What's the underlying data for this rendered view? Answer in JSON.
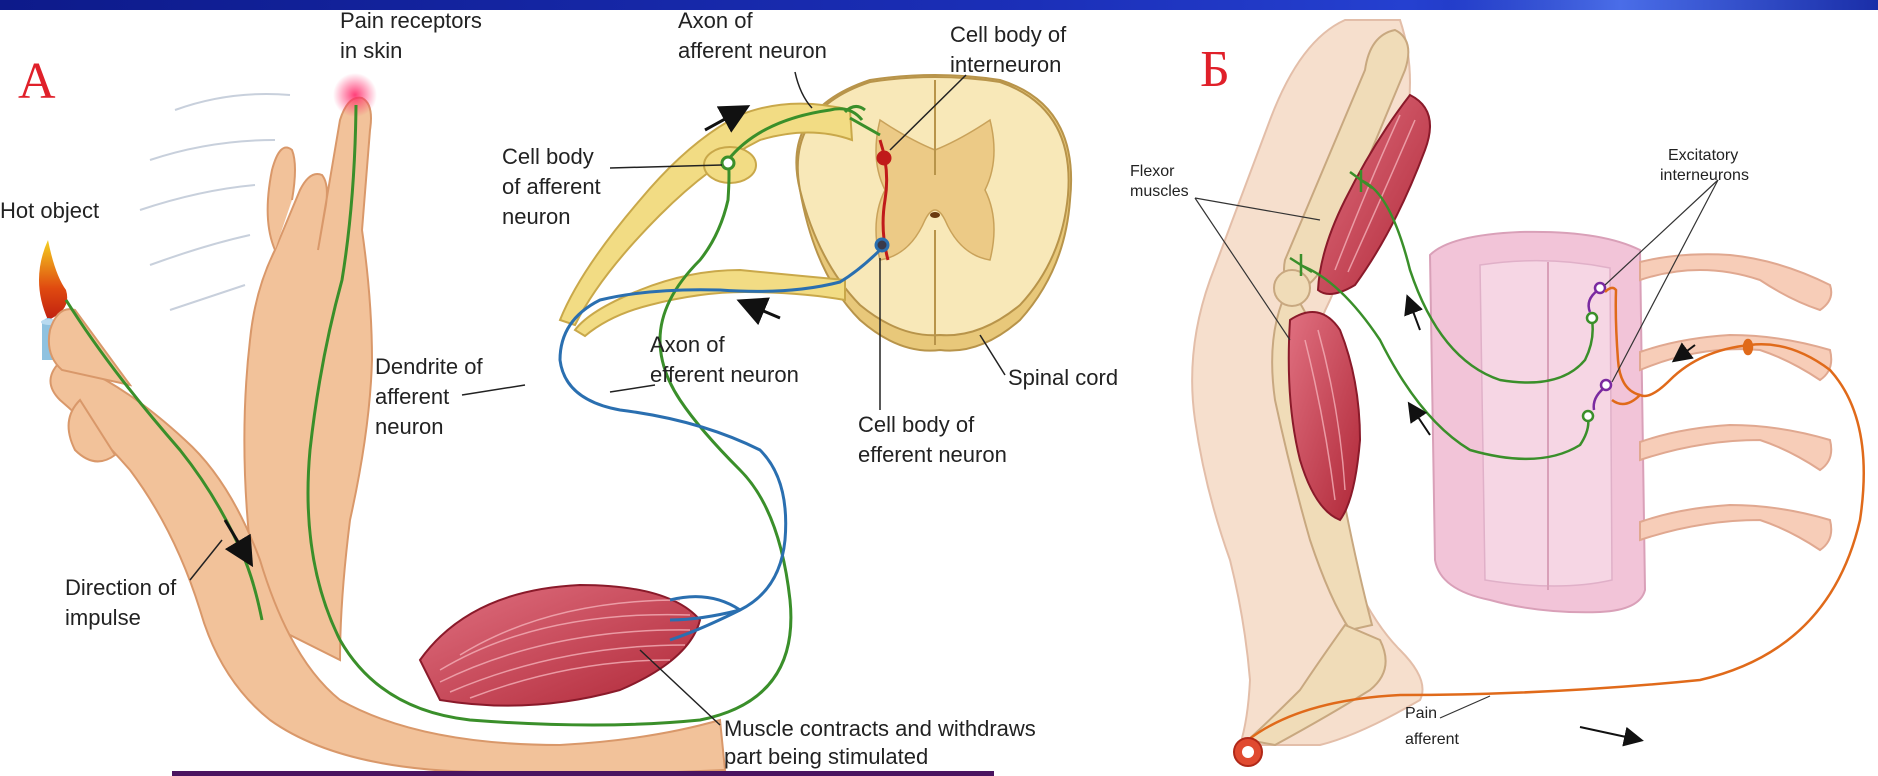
{
  "panel_a": {
    "letter": "А",
    "labels": {
      "pain_receptors": [
        "Pain receptors",
        "in skin"
      ],
      "axon_afferent": [
        "Axon of",
        "afferent neuron"
      ],
      "cell_body_interneuron": [
        "Cell body of",
        "interneuron"
      ],
      "hot_object": "Hot object",
      "cell_body_afferent": [
        "Cell body",
        "of afferent",
        "neuron"
      ],
      "dendrite_afferent": [
        "Dendrite of",
        "afferent",
        "neuron"
      ],
      "axon_efferent": [
        "Axon of",
        "efferent neuron"
      ],
      "spinal_cord": "Spinal cord",
      "cell_body_efferent": [
        "Cell body of",
        "efferent neuron"
      ],
      "direction_impulse": [
        "Direction of",
        "impulse"
      ],
      "muscle_contracts": [
        "Muscle contracts and withdraws",
        "part being stimulated"
      ]
    }
  },
  "panel_b": {
    "letter": "Б",
    "labels": {
      "flexor_muscles": [
        "Flexor",
        "muscles"
      ],
      "excitatory_interneurons": [
        "Excitatory",
        "interneurons"
      ],
      "pain_afferent": [
        "Pain",
        "afferent"
      ]
    }
  },
  "colors": {
    "title_bar": "#1b2fb8",
    "panel_letter": "#e0202a",
    "skin": "#f2c29a",
    "muscle": "#c8384a",
    "spinal_cord_outer": "#f3dfa0",
    "spinal_cord_inner": "#e8c87a",
    "afferent_neuron": "#3a8f2a",
    "efferent_neuron": "#2a6fb0",
    "interneuron": "#c01a1a",
    "pain_fiber": "#e06a1a",
    "spinal_cord_b": "#f2c4d8",
    "bone": "#f0dcb8"
  }
}
